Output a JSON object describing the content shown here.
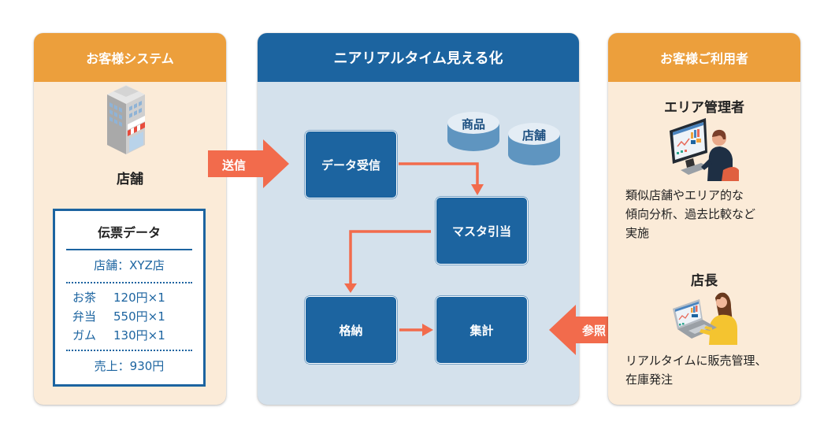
{
  "left_panel": {
    "title": "お客様システム",
    "store_label": "店舗",
    "icon": "store-building-icon",
    "slip": {
      "title": "伝票データ",
      "store": "店舗：XYZ店",
      "items": [
        {
          "name": "お茶",
          "value": "120円×1"
        },
        {
          "name": "弁当",
          "value": "550円×1"
        },
        {
          "name": "ガム",
          "value": "130円×1"
        }
      ],
      "total": "売上：930円"
    }
  },
  "send_arrow": {
    "label": "送信",
    "icon": "arrow-right-icon"
  },
  "center_panel": {
    "title": "ニアリアルタイム見える化",
    "databases": [
      {
        "label": "商品",
        "icon": "database-icon"
      },
      {
        "label": "店舗",
        "icon": "database-icon"
      }
    ],
    "processes": {
      "receive": "データ受信",
      "master": "マスタ引当",
      "store": "格納",
      "aggregate": "集計"
    }
  },
  "reference_arrow": {
    "label": "参照",
    "icon": "arrow-left-icon"
  },
  "right_panel": {
    "title": "お客様ご利用者",
    "users": [
      {
        "role": "エリア管理者",
        "icon": "desktop-user-icon",
        "description_lines": [
          "類似店舗やエリア的な",
          "傾向分析、過去比較など",
          "実施"
        ]
      },
      {
        "role": "店長",
        "icon": "laptop-user-icon",
        "description_lines": [
          "リアルタイムに販売管理、",
          "在庫発注"
        ]
      }
    ]
  },
  "colors": {
    "orange_header": "#ec9f3c",
    "panel_cream": "#fbebd8",
    "blue": "#1c64a0",
    "light_blue_bg": "#d4e1ec",
    "arrow_coral": "#f26b4c"
  }
}
